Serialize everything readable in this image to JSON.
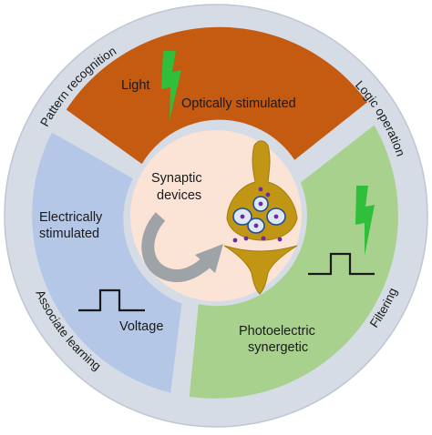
{
  "center": {
    "line1": "Synaptic",
    "line2": "devices"
  },
  "segments": {
    "optical": {
      "light_label": "Light",
      "label": "Optically stimulated",
      "color": "#c55a11"
    },
    "electrical": {
      "line1": "Electrically",
      "line2": "stimulated",
      "voltage_label": "Voltage",
      "color": "#b4c7e7"
    },
    "photoelectric": {
      "line1": "Photoelectric",
      "line2": "synergetic",
      "color": "#a9d18e"
    }
  },
  "ring": {
    "pattern_recognition": "Pattern recognition",
    "logic_operation": "Logic operation",
    "filtering": "Filtering",
    "associate_learning": "Associate learning",
    "color": "#d6dce5"
  },
  "icons": [
    "lightning-icon",
    "square-pulse-icon",
    "synapse-icon",
    "curved-arrow-icon"
  ]
}
